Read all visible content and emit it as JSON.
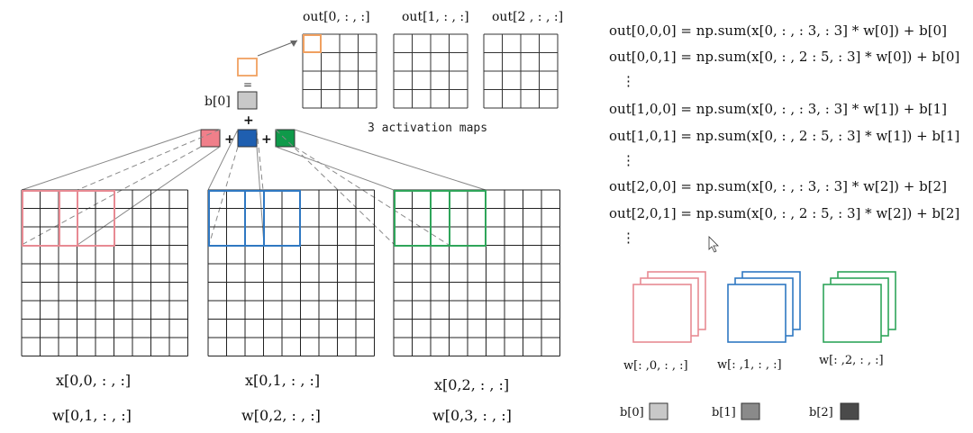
{
  "colors": {
    "red": "#e88a93",
    "red_fill": "#f07f8a",
    "blue": "#2f78c2",
    "blue_fill": "#1f5fb0",
    "green": "#2fa55a",
    "green_fill": "#0f9a4a",
    "orange": "#f0a060",
    "grid": "#222222",
    "bias0": "#c8c8c8",
    "bias1": "#8a8a8a",
    "bias2": "#4a4a4a"
  },
  "diagram": {
    "activation_maps": {
      "titles": [
        "out[0, : , :]",
        "out[1, : , :]",
        "out[2 , : , :]"
      ],
      "caption": "3 activation maps"
    },
    "bias_label": "b[0]",
    "eq_sign": "=",
    "plus": "+",
    "inputs": [
      {
        "x_label": "x[0,0, : , :]",
        "w_label": "w[0,1, : , :]"
      },
      {
        "x_label": "x[0,1, : , :]",
        "w_label": "w[0,2, : , :]"
      },
      {
        "x_label": "x[0,2, : , :]",
        "w_label": "w[0,3, : , :]"
      }
    ],
    "equations": [
      "out[0,0,0] = np.sum(x[0, : , : 3, : 3] * w[0]) + b[0]",
      "out[0,0,1] = np.sum(x[0, : , 2 : 5, : 3] * w[0]) + b[0]",
      "⋮",
      "out[1,0,0] = np.sum(x[0, : , : 3, : 3] * w[1]) + b[1]",
      "out[1,0,1] = np.sum(x[0, : , 2 : 5, : 3] * w[1]) + b[1]",
      "⋮",
      "out[2,0,0] = np.sum(x[0, : , : 3, : 3] * w[2]) + b[2]",
      "out[2,0,1] = np.sum(x[0, : , 2 : 5, : 3] * w[2]) + b[2]",
      "⋮"
    ],
    "filters": [
      {
        "label": "w[: ,0, : , :]"
      },
      {
        "label": "w[: ,1, : , :]"
      },
      {
        "label": "w[: ,2, : , :]"
      }
    ],
    "biases": [
      {
        "label": "b[0]"
      },
      {
        "label": "b[1]"
      },
      {
        "label": "b[2]"
      }
    ]
  }
}
